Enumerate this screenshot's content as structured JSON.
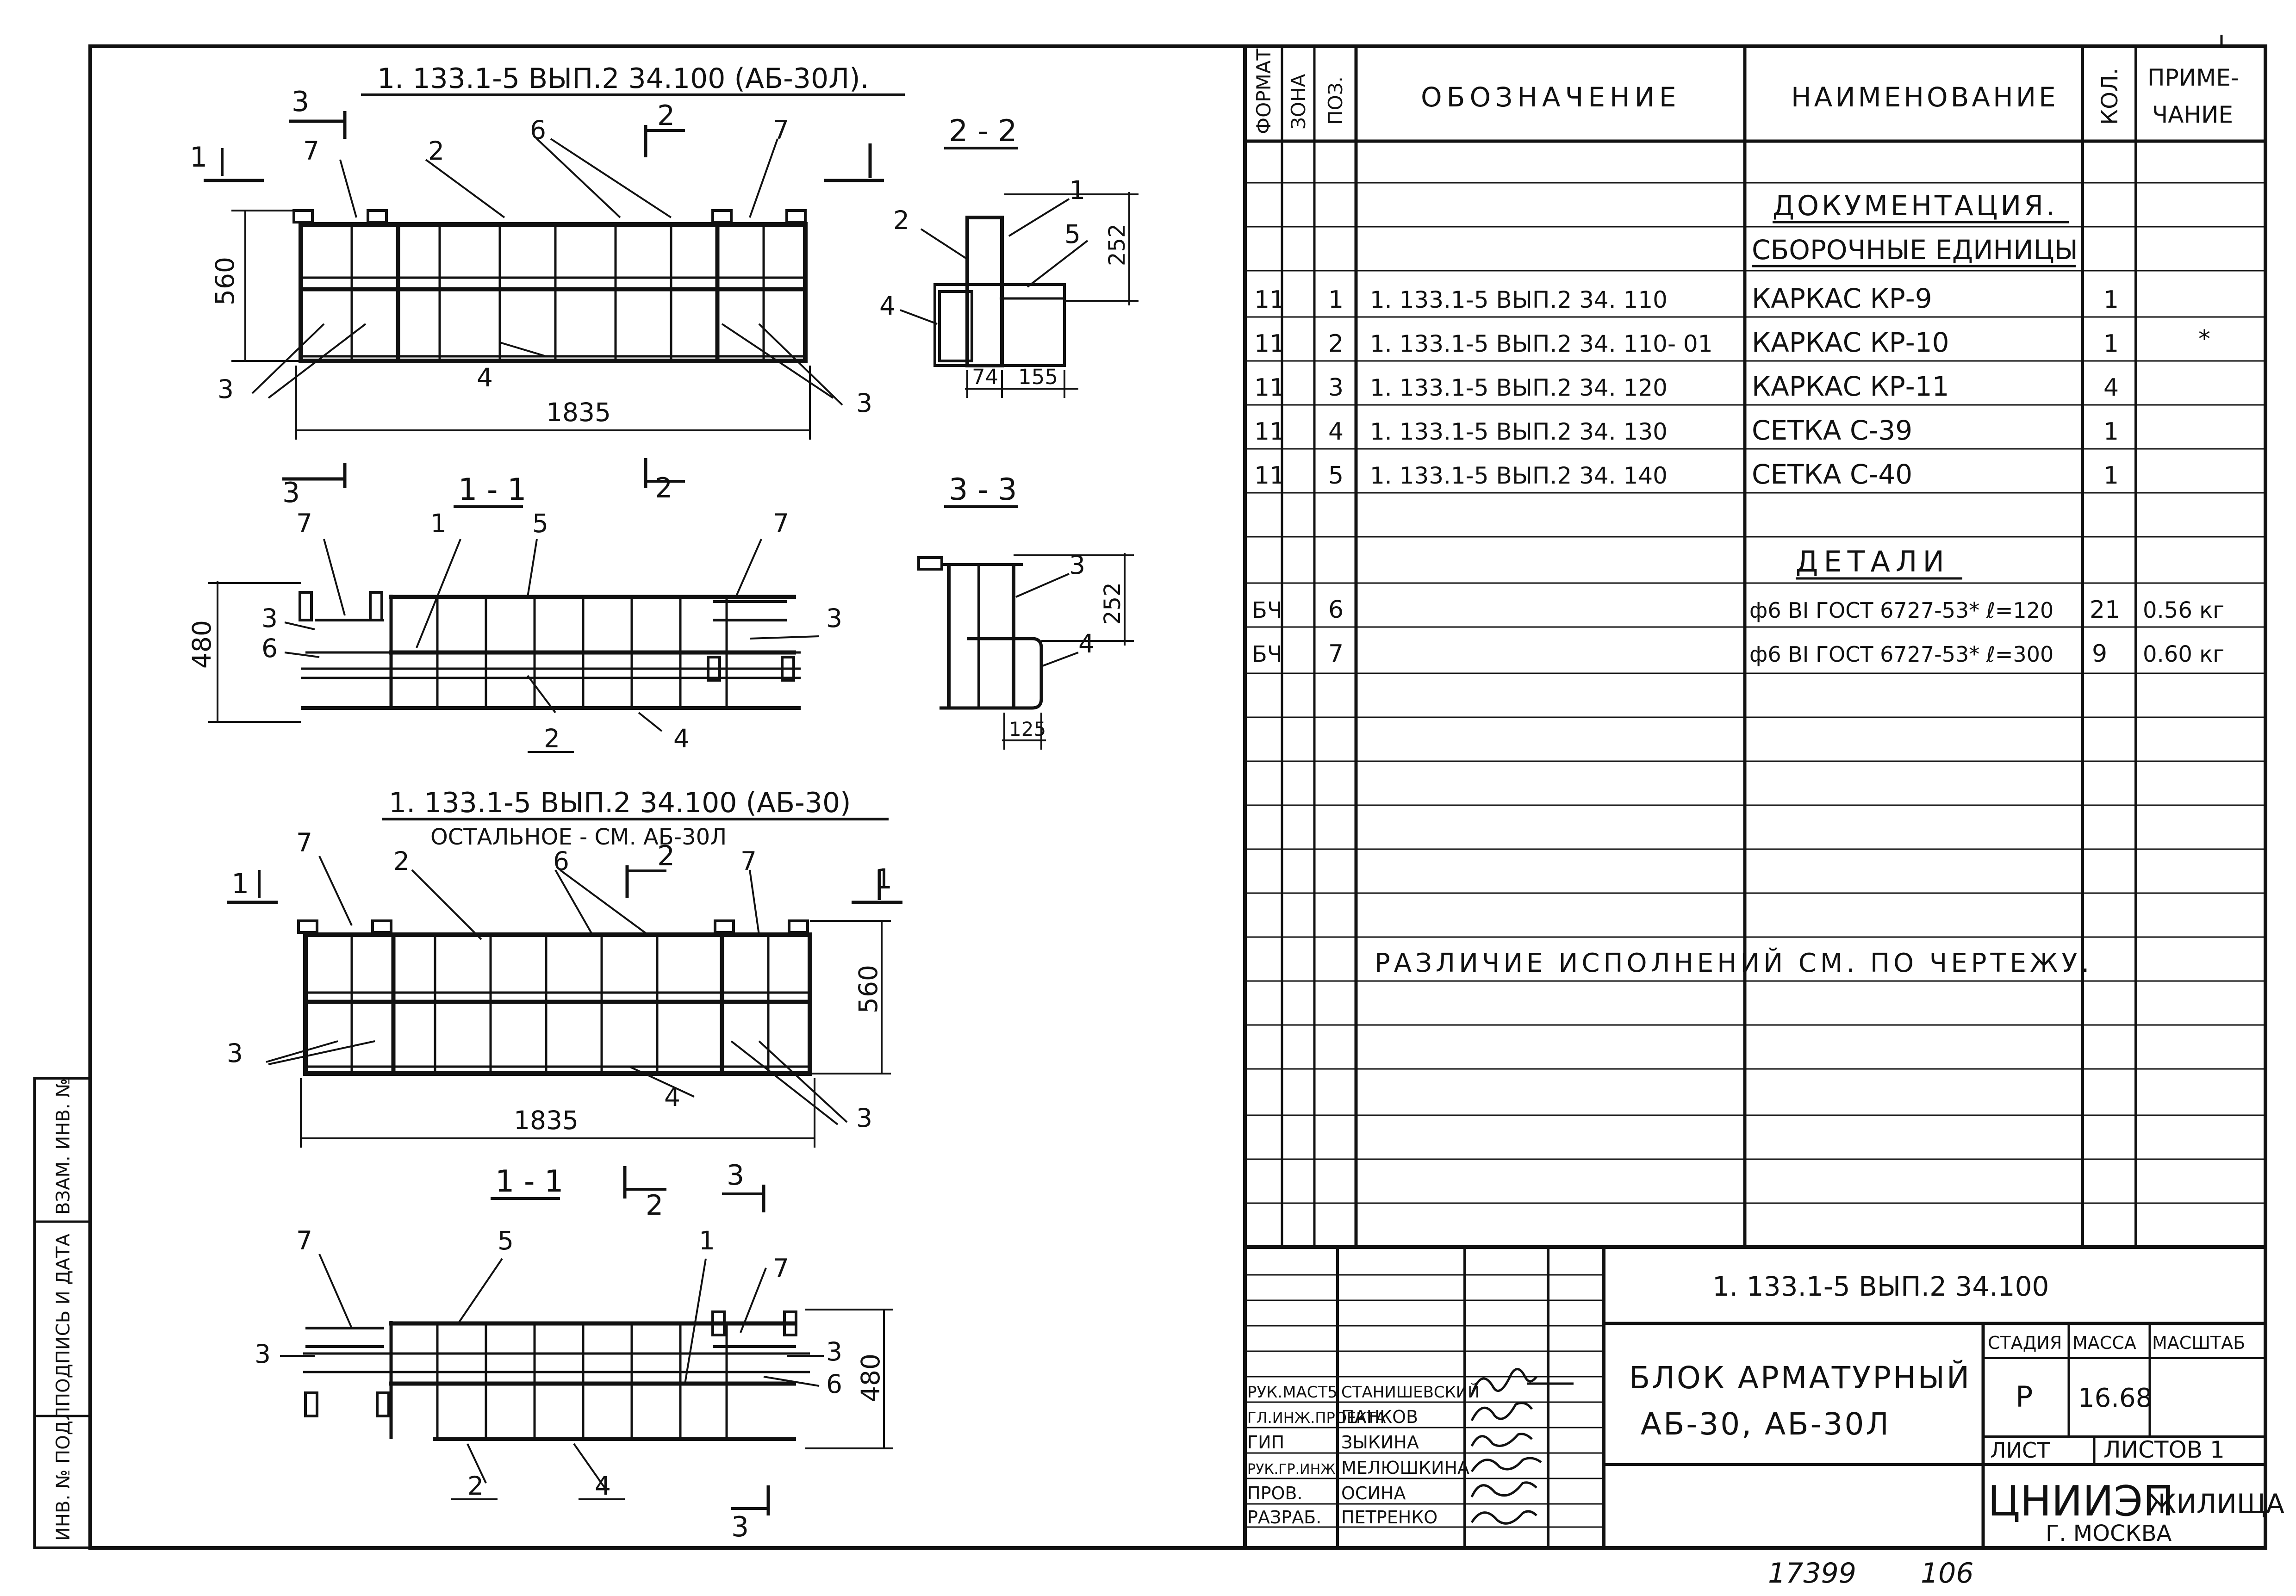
{
  "drawing": {
    "top_title": "1. 133.1-5  ВЫП.2  34.100 (АБ-30Л).",
    "mid_title": "1. 133.1-5  ВЫП.2  34.100 (АБ-30)",
    "mid_subtitle": "ОСТАЛЬНОЕ - СМ.  АБ-30Л",
    "sections": {
      "s11": "1 - 1",
      "s22": "2 - 2",
      "s33": "3 - 3"
    },
    "dims": {
      "w1835": "1835",
      "h560": "560",
      "h480": "480",
      "h252": "252",
      "d74": "74",
      "d155": "155",
      "d125": "125"
    },
    "pos": {
      "p1": "1",
      "p2": "2",
      "p3": "3",
      "p4": "4",
      "p5": "5",
      "p6": "6",
      "p7": "7"
    }
  },
  "spec": {
    "headers": {
      "format": "ФОРМАТ",
      "zone": "ЗОНА",
      "pos": "ПОЗ.",
      "designation": "ОБОЗНАЧЕНИЕ",
      "name": "НАИМЕНОВАНИЕ",
      "qty": "КОЛ.",
      "note_1": "ПРИМЕ-",
      "note_2": "ЧАНИЕ"
    },
    "sec_doc": "ДОКУМЕНТАЦИЯ.",
    "sec_asm": "СБОРОЧНЫЕ ЕДИНИЦЫ",
    "sec_det": "ДЕТАЛИ",
    "assemblies": [
      {
        "format": "11",
        "pos": "1",
        "designation": "1. 133.1-5   ВЫП.2   34. 110",
        "name": "КАРКАС  КР-9",
        "qty": "1",
        "note": ""
      },
      {
        "format": "11",
        "pos": "2",
        "designation": "1. 133.1-5   ВЫП.2   34. 110- 01",
        "name": "КАРКАС  КР-10",
        "qty": "1",
        "note": "*"
      },
      {
        "format": "11",
        "pos": "3",
        "designation": "1. 133.1-5   ВЫП.2   34. 120",
        "name": "КАРКАС  КР-11",
        "qty": "4",
        "note": ""
      },
      {
        "format": "11",
        "pos": "4",
        "designation": "1. 133.1-5   ВЫП.2   34. 130",
        "name": "СЕТКА     С-39",
        "qty": "1",
        "note": ""
      },
      {
        "format": "11",
        "pos": "5",
        "designation": "1. 133.1-5   ВЫП.2   34. 140",
        "name": "СЕТКА     С-40",
        "qty": "1",
        "note": ""
      }
    ],
    "details": [
      {
        "format": "БЧ",
        "pos": "6",
        "name": "ф6 BI  ГОСТ 6727-53* ℓ=120",
        "qty": "21",
        "note": "0.56 кг"
      },
      {
        "format": "БЧ",
        "pos": "7",
        "name": "ф6 BI  ГОСТ 6727-53* ℓ=300",
        "qty": "9",
        "note": "0.60 кг"
      }
    ],
    "remark": "РАЗЛИЧИЕ   ИСПОЛНЕНИЙ   СМ. ПО ЧЕРТЕЖУ."
  },
  "title_block": {
    "code": "1. 133.1-5   ВЫП.2   34.100",
    "name_1": "БЛОК  АРМАТУРНЫЙ",
    "name_2": "АБ-30,  АБ-30Л",
    "stage_h": "СТАДИЯ",
    "mass_h": "МАССА",
    "scale_h": "МАСШТАБ",
    "stage": "Р",
    "mass": "16.68",
    "sheet_h": "ЛИСТ",
    "sheets_h": "ЛИСТОВ 1",
    "org_1": "ЦНИИЭП",
    "org_2": "ЖИЛИЩА",
    "org_3": "Г. МОСКВА",
    "staff": [
      {
        "role": "РУК.МАСТ5",
        "name": "СТАНИШЕВСКИЙ"
      },
      {
        "role": "ГЛ.ИНЖ.ПРОЕКТА",
        "name": "ПАНКОВ"
      },
      {
        "role": "ГИП",
        "name": "ЗЫКИНА"
      },
      {
        "role": "РУК.ГР.ИНЖ",
        "name": "МЕЛЮШКИНА"
      },
      {
        "role": "ПРОВ.",
        "name": "ОСИНА"
      },
      {
        "role": "РАЗРАБ.",
        "name": "ПЕТРЕНКО"
      }
    ]
  },
  "side_stamps": {
    "s1": "ИНВ. № ПОДЛ.",
    "s2": "ПОДПИСЬ И ДАТА",
    "s3": "ВЗАМ. ИНВ. №"
  },
  "footer": {
    "number": "17399",
    "page": "106"
  }
}
